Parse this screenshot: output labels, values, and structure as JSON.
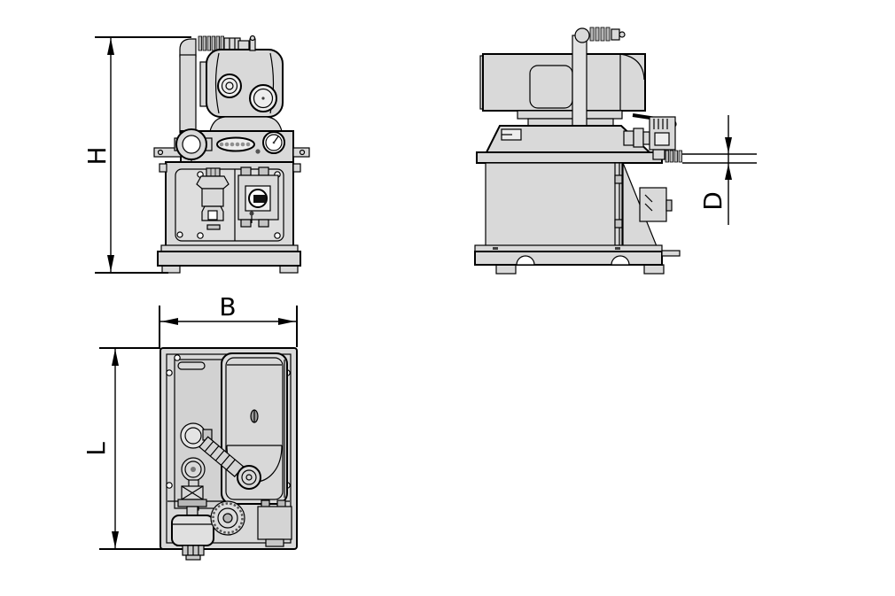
{
  "page": {
    "background_color": "#ffffff"
  },
  "drawing": {
    "type": "technical-orthographic-drawing",
    "line_color": "#000000",
    "body_fill_color": "#d9d9d9",
    "labels": {
      "height": "H",
      "width": "B",
      "length": "L",
      "diameter": "D"
    }
  }
}
